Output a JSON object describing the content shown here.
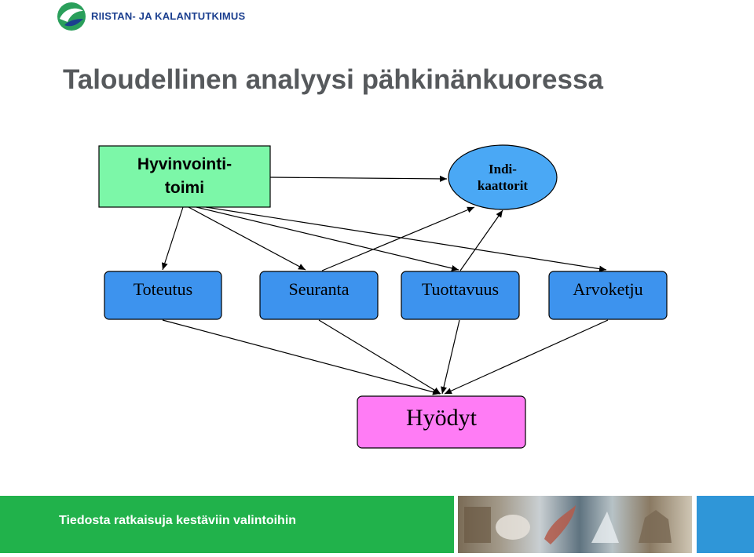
{
  "header": {
    "logo_icon": "fish-leaf-logo-icon",
    "organization": "RIISTAN- JA KALANTUTKIMUS"
  },
  "title": "Taloudellinen analyysi pähkinänkuoressa",
  "diagram": {
    "welfare_measure": "Hyvinvointi-\ntoimi",
    "indicators": "Indi-\nkaattorit",
    "stages": [
      "Toteutus",
      "Seuranta",
      "Tuottavuus",
      "Arvoketju"
    ],
    "benefits": "Hyödyt",
    "colors": {
      "welfare_fill": "#7cf7a8",
      "indicator_fill": "#4aa8f5",
      "stage_fill": "#3d93ee",
      "benefit_fill": "#ff7cf5"
    }
  },
  "footer": {
    "tagline": "Tiedosta ratkaisuja kestäviin valintoihin",
    "image_subjects": "animals-photo-strip",
    "colors": {
      "bar": "#21b24b",
      "accent": "#2f96d8"
    }
  }
}
